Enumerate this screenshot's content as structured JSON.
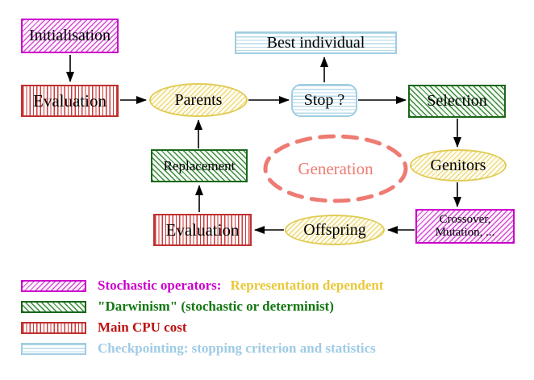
{
  "diagram": {
    "nodes": {
      "initialisation": {
        "label": "Initialisation"
      },
      "best_individual": {
        "label": "Best individual"
      },
      "evaluation_top": {
        "label": "Evaluation"
      },
      "parents": {
        "label": "Parents"
      },
      "stop": {
        "label": "Stop ?"
      },
      "selection": {
        "label": "Selection"
      },
      "replacement": {
        "label": "Replacement"
      },
      "generation": {
        "label": "Generation"
      },
      "genitors": {
        "label": "Genitors"
      },
      "crossover_line1": "Crossover,",
      "crossover_line2": "Mutation, ...",
      "evaluation_bottom": {
        "label": "Evaluation"
      },
      "offspring": {
        "label": "Offspring"
      }
    },
    "colors": {
      "magenta": "#cc00cc",
      "dark_green": "#1a661a",
      "red": "#c03030",
      "light_blue_border": "#a0cde0",
      "yellow_gold": "#e0cc55",
      "salmon": "#ee7b72",
      "arrow_black": "#000000"
    }
  },
  "legend": {
    "items": [
      {
        "swatch": "magenta-diagonal-hatch",
        "text": "Stochastic operators:",
        "text2": "Representation dependent",
        "color": "#cc00cc",
        "color2": "#e8c83a"
      },
      {
        "swatch": "green-diagonal-hatch",
        "text": "\"Darwinism\" (stochastic or determinist)",
        "color": "#117711"
      },
      {
        "swatch": "red-vertical-stripes",
        "text": "Main CPU cost",
        "color": "#bb1111"
      },
      {
        "swatch": "cyan-horizontal-stripes",
        "text": "Checkpointing: stopping criterion and statistics",
        "color": "#9fcbe6"
      }
    ]
  }
}
